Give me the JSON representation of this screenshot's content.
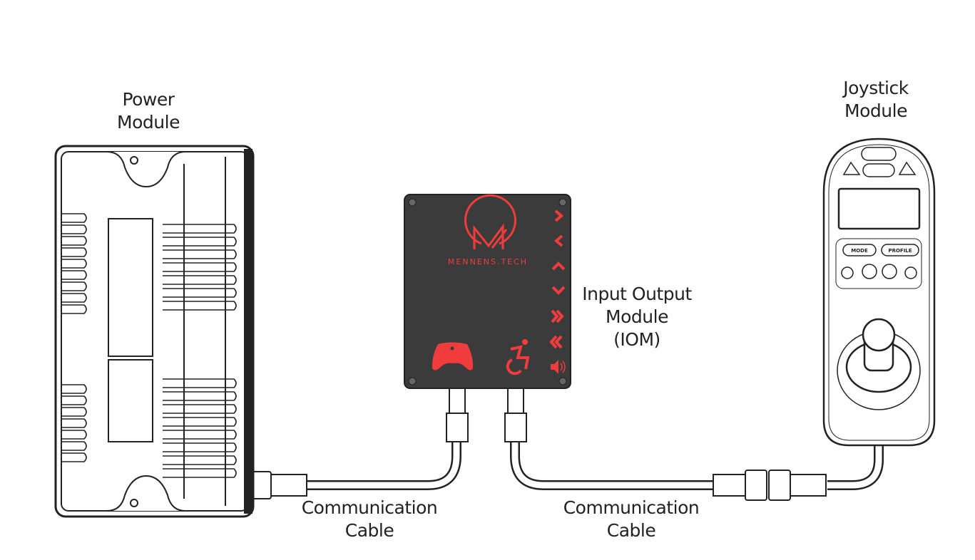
{
  "labels": {
    "power_module": [
      "Power",
      "Module"
    ],
    "joystick_module": [
      "Joystick",
      "Module"
    ],
    "iom": [
      "Input Output",
      "Module",
      "(IOM)"
    ],
    "cable_left": [
      "Communication",
      "Cable"
    ],
    "cable_right": [
      "Communication",
      "Cable"
    ]
  },
  "iom_logo": "MENNENS.TECH",
  "joystick_buttons": {
    "mode": "MODE",
    "profile": "PROFILE"
  },
  "icons": [
    "chevron-right-icon",
    "chevron-left-icon",
    "chevron-up-icon",
    "chevron-down-icon",
    "double-chevron-right-icon",
    "double-chevron-left-icon",
    "speaker-icon",
    "gamepad-icon",
    "wheelchair-icon"
  ],
  "colors": {
    "accent": "#f03c3c",
    "iom_body": "#3b3b3b",
    "outline": "#222222"
  }
}
